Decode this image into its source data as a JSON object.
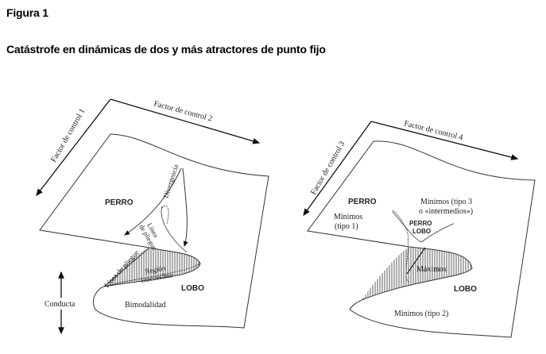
{
  "figure_label": "Figura 1",
  "caption": "Catástrofe en dinámicas de dos y más atractores de punto fijo",
  "left_diagram": {
    "axis_1": "Factor de control 1",
    "axis_2": "Factor de control 2",
    "perro": "PERRO",
    "lobo": "LOBO",
    "divergencia": "Divergencia",
    "linea_pliegue_upper_1": "Línea",
    "linea_pliegue_upper_2": "de pliegue",
    "linea_pliegue_lower": "Línea de pliegue",
    "region_1": "Región",
    "region_2": "inaccesible",
    "bimodalidad": "Bimodalidad",
    "conducta": "Conducta"
  },
  "right_diagram": {
    "axis_3": "Factor de control 3",
    "axis_4": "Factor de control 4",
    "perro": "PERRO",
    "minimos_1_a": "Minimos",
    "minimos_1_b": "(tipo 1)",
    "minimos_3_a": "Minimos (tipo 3",
    "minimos_3_b": "o «intermedios»)",
    "perro_lobo_1": "PERRO",
    "perro_lobo_2": "LOBO",
    "maximos": "Máximos",
    "lobo": "LOBO",
    "minimos_2": "Minimos (tipo 2)"
  }
}
